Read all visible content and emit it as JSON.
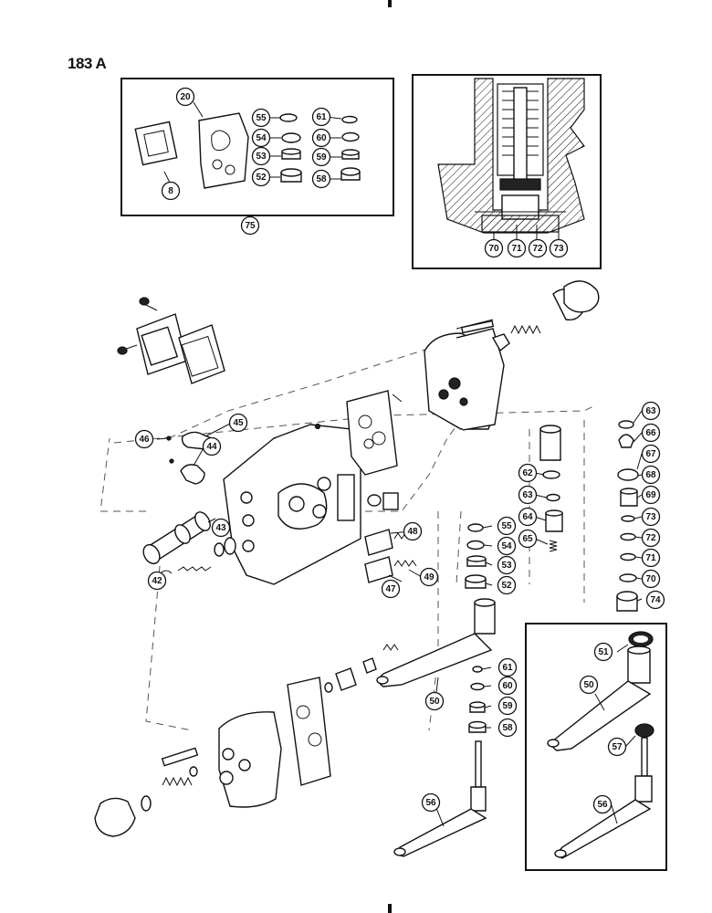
{
  "page_number": "183 A",
  "callouts": [
    {
      "id": "c20",
      "label": "20"
    },
    {
      "id": "c8",
      "label": "8"
    },
    {
      "id": "c55a",
      "label": "55"
    },
    {
      "id": "c54a",
      "label": "54"
    },
    {
      "id": "c53a",
      "label": "53"
    },
    {
      "id": "c52a",
      "label": "52"
    },
    {
      "id": "c61a",
      "label": "61"
    },
    {
      "id": "c60a",
      "label": "60"
    },
    {
      "id": "c59a",
      "label": "59"
    },
    {
      "id": "c58a",
      "label": "58"
    },
    {
      "id": "c75",
      "label": "75"
    },
    {
      "id": "c70a",
      "label": "70"
    },
    {
      "id": "c71a",
      "label": "71"
    },
    {
      "id": "c72a",
      "label": "72"
    },
    {
      "id": "c73a",
      "label": "73"
    },
    {
      "id": "c46",
      "label": "46"
    },
    {
      "id": "c45",
      "label": "45"
    },
    {
      "id": "c44",
      "label": "44"
    },
    {
      "id": "c43",
      "label": "43"
    },
    {
      "id": "c42",
      "label": "42"
    },
    {
      "id": "c48",
      "label": "48"
    },
    {
      "id": "c49",
      "label": "49"
    },
    {
      "id": "c47",
      "label": "47"
    },
    {
      "id": "c62",
      "label": "62"
    },
    {
      "id": "c63b",
      "label": "63"
    },
    {
      "id": "c64",
      "label": "64"
    },
    {
      "id": "c65",
      "label": "65"
    },
    {
      "id": "c55b",
      "label": "55"
    },
    {
      "id": "c54b",
      "label": "54"
    },
    {
      "id": "c53b",
      "label": "53"
    },
    {
      "id": "c52b",
      "label": "52"
    },
    {
      "id": "c63a",
      "label": "63"
    },
    {
      "id": "c66",
      "label": "66"
    },
    {
      "id": "c67",
      "label": "67"
    },
    {
      "id": "c68",
      "label": "68"
    },
    {
      "id": "c69",
      "label": "69"
    },
    {
      "id": "c73b",
      "label": "73"
    },
    {
      "id": "c72b",
      "label": "72"
    },
    {
      "id": "c71b",
      "label": "71"
    },
    {
      "id": "c70b",
      "label": "70"
    },
    {
      "id": "c74",
      "label": "74"
    },
    {
      "id": "c50a",
      "label": "50"
    },
    {
      "id": "c61b",
      "label": "61"
    },
    {
      "id": "c60b",
      "label": "60"
    },
    {
      "id": "c59b",
      "label": "59"
    },
    {
      "id": "c58b",
      "label": "58"
    },
    {
      "id": "c56a",
      "label": "56"
    },
    {
      "id": "c51",
      "label": "51"
    },
    {
      "id": "c50b",
      "label": "50"
    },
    {
      "id": "c57",
      "label": "57"
    },
    {
      "id": "c56b",
      "label": "56"
    }
  ]
}
